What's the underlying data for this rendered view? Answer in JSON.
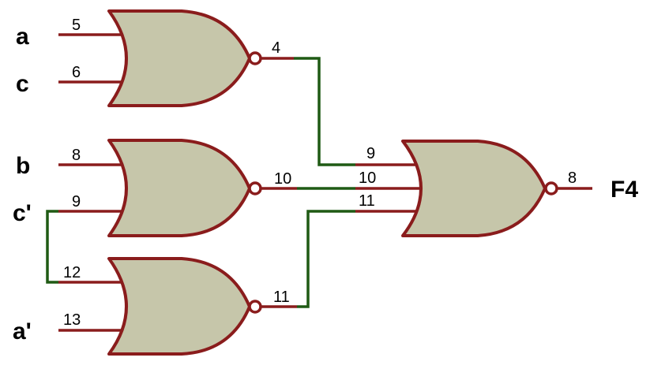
{
  "colors": {
    "gate_fill": "#c6c6aa",
    "gate_stroke": "#8a1c1c",
    "wire": "#1f5a14",
    "text": "#000000",
    "background": "#ffffff"
  },
  "inputs": {
    "a": "a",
    "c": "c",
    "b": "b",
    "c_prime": "c'",
    "a_prime": "a'"
  },
  "output": "F4",
  "gates": {
    "g1": {
      "type": "NOR",
      "in1_pin": "5",
      "in2_pin": "6",
      "out_pin": "4"
    },
    "g2": {
      "type": "NOR",
      "in1_pin": "8",
      "in2_pin": "9",
      "out_pin": "10"
    },
    "g3": {
      "type": "NOR",
      "in1_pin": "12",
      "in2_pin": "13",
      "out_pin": "11"
    },
    "g4": {
      "type": "NOR",
      "in1_pin": "9",
      "in2_pin": "10",
      "in3_pin": "11",
      "out_pin": "8"
    }
  }
}
